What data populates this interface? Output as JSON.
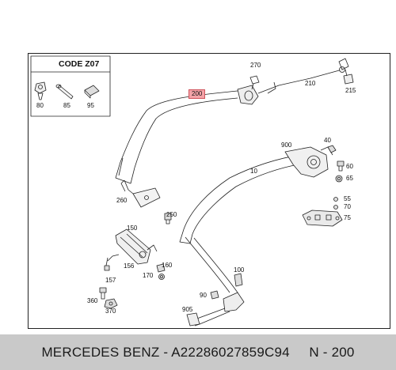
{
  "code_box": {
    "title": "CODE Z07",
    "parts": [
      "80",
      "85",
      "95"
    ]
  },
  "callouts": {
    "p10": "10",
    "p40": "40",
    "p55": "55",
    "p60": "60",
    "p65": "65",
    "p70": "70",
    "p75": "75",
    "p90": "90",
    "p100": "100",
    "p150": "150",
    "p156": "156",
    "p157": "157",
    "p160": "160",
    "p170": "170",
    "p200": "200",
    "p210": "210",
    "p215": "215",
    "p250": "250",
    "p260": "260",
    "p270": "270",
    "p360": "360",
    "p370": "370",
    "p900": "900",
    "p905": "905"
  },
  "highlight_color": "#f4a3a8",
  "footer": {
    "brand": "MERCEDES BENZ",
    "part_number": "A22286027859C94",
    "position": "N - 200",
    "separator": " - "
  }
}
